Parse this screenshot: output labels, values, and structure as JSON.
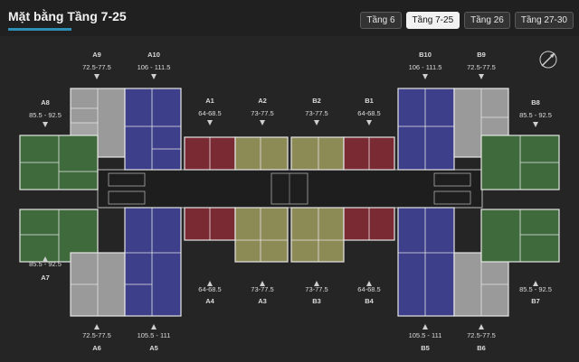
{
  "header": {
    "title": "Mặt bằng Tầng 7-25",
    "tabs": [
      {
        "label": "Tầng 6",
        "active": false
      },
      {
        "label": "Tầng 7-25",
        "active": true
      },
      {
        "label": "Tầng 26",
        "active": false
      },
      {
        "label": "Tầng 27-30",
        "active": false
      }
    ]
  },
  "compass": {
    "icon": "compass-icon"
  },
  "colors": {
    "gray": "#9a9a9a",
    "blue": "#3d3f8a",
    "green": "#3f6b3c",
    "red": "#7a2a33",
    "olive": "#8c8a55",
    "accent": "#2d8fb6"
  },
  "units": {
    "A9": {
      "name": "A9",
      "area": "72.5-77.5"
    },
    "A10": {
      "name": "A10",
      "area": "106 - 111.5"
    },
    "A8": {
      "name": "A8",
      "area": "85.5 - 92.5"
    },
    "A1": {
      "name": "A1",
      "area": "64-68.5"
    },
    "A2": {
      "name": "A2",
      "area": "73-77.5"
    },
    "B2": {
      "name": "B2",
      "area": "73-77.5"
    },
    "B1": {
      "name": "B1",
      "area": "64-68.5"
    },
    "B10": {
      "name": "B10",
      "area": "106 - 111.5"
    },
    "B9": {
      "name": "B9",
      "area": "72.5-77.5"
    },
    "B8": {
      "name": "B8",
      "area": "85.5 - 92.5"
    },
    "A7": {
      "name": "A7",
      "area": "85.5 - 92.5"
    },
    "A4": {
      "name": "A4",
      "area": "64-68.5"
    },
    "A3": {
      "name": "A3",
      "area": "73-77.5"
    },
    "B3": {
      "name": "B3",
      "area": "73-77.5"
    },
    "B4": {
      "name": "B4",
      "area": "64-68.5"
    },
    "B7": {
      "name": "B7",
      "area": "85.5 - 92.5"
    },
    "A6": {
      "name": "A6",
      "area": "72.5-77.5"
    },
    "A5": {
      "name": "A5",
      "area": "105.5 - 111"
    },
    "B5": {
      "name": "B5",
      "area": "105.5 - 111"
    },
    "B6": {
      "name": "B6",
      "area": "72.5-77.5"
    }
  }
}
